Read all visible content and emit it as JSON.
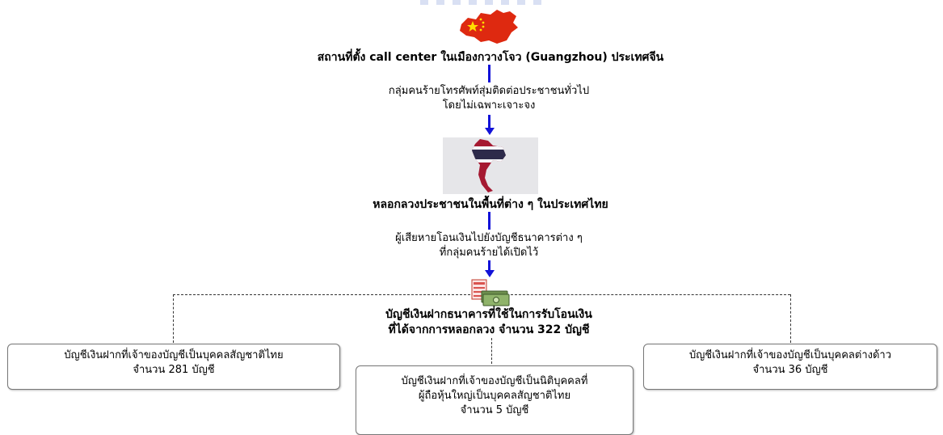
{
  "nodes": {
    "origin": {
      "label": "สถานที่ตั้ง call center ในเมืองกวางโจว (Guangzhou) ประเทศจีน"
    },
    "edge1": {
      "line1": "กลุ่มคนร้ายโทรศัพท์สุ่มติดต่อประชาชนทั่วไป",
      "line2": "โดยไม่เฉพาะเจาะจง"
    },
    "deceive": {
      "label": "หลอกลวงประชาชนในพื้นที่ต่าง ๆ ในประเทศไทย"
    },
    "edge2": {
      "line1": "ผู้เสียหายโอนเงินไปยังบัญชีธนาคารต่าง ๆ",
      "line2": "ที่กลุ่มคนร้ายได้เปิดไว้"
    },
    "accounts": {
      "line1": "บัญชีเงินฝากธนาคารที่ใช้ในการรับโอนเงิน",
      "line2": "ที่ได้จากการหลอกลวง จำนวน 322 บัญชี"
    }
  },
  "boxes": [
    {
      "line1": "บัญชีเงินฝากที่เจ้าของบัญชีเป็นบุคคลสัญชาติไทย",
      "line2": "จำนวน 281 บัญชี"
    },
    {
      "line1": "บัญชีเงินฝากที่เจ้าของบัญชีเป็นนิติบุคคลที่",
      "line2": "ผู้ถือหุ้นใหญ่เป็นบุคคลสัญชาติไทย",
      "line3": "จำนวน 5 บัญชี"
    },
    {
      "line1": "บัญชีเงินฝากที่เจ้าของบัญชีเป็นบุคคลต่างด้าว",
      "line2": "จำนวน 36 บัญชี"
    }
  ],
  "images": {
    "china": "china-flag-map-icon",
    "thailand": "thailand-flag-map-icon",
    "bank": "bank-account-money-icon"
  },
  "colors": {
    "arrow": "#1212d8",
    "china_red": "#de2910",
    "china_yellow": "#ffde00",
    "thai_red": "#a51931",
    "thai_blue": "#2d2a4a",
    "thai_white": "#f4f5f8"
  }
}
